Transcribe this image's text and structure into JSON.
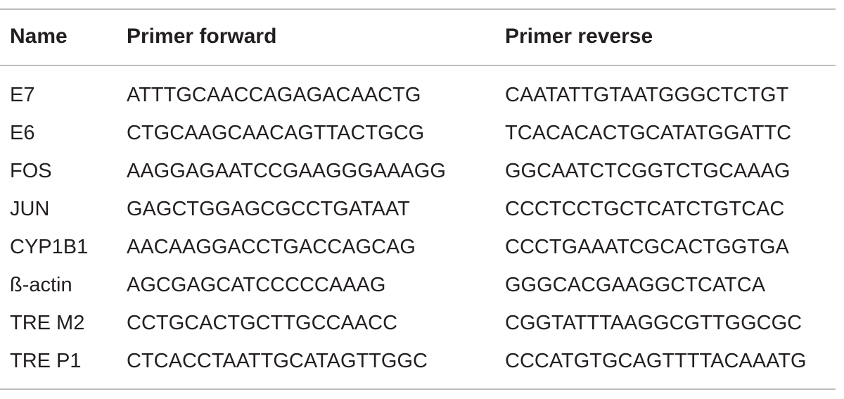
{
  "table": {
    "headers": {
      "name": "Name",
      "forward": "Primer forward",
      "reverse": "Primer reverse"
    },
    "rows": [
      {
        "name": "E7",
        "forward": "ATTTGCAACCAGAGACAACTG",
        "reverse": "CAATATTGTAATGGGCTCTGT"
      },
      {
        "name": "E6",
        "forward": "CTGCAAGCAACAGTTACTGCG",
        "reverse": "TCACACACTGCATATGGATTC"
      },
      {
        "name": "FOS",
        "forward": "AAGGAGAATCCGAAGGGAAAGG",
        "reverse": "GGCAATCTCGGTCTGCAAAG"
      },
      {
        "name": "JUN",
        "forward": "GAGCTGGAGCGCCTGATAAT",
        "reverse": "CCCTCCTGCTCATCTGTCAC"
      },
      {
        "name": "CYP1B1",
        "forward": "AACAAGGACCTGACCAGCAG",
        "reverse": "CCCTGAAATCGCACTGGTGA"
      },
      {
        "name": "ß-actin",
        "forward": "AGCGAGCATCCCCCAAAG",
        "reverse": "GGGCACGAAGGCTCATCA"
      },
      {
        "name": "TRE M2",
        "forward": "CCTGCACTGCTTGCCAACC",
        "reverse": "CGGTATTTAAGGCGTTGGCGC"
      },
      {
        "name": "TRE P1",
        "forward": "CTCACCTAATTGCATAGTTGGC",
        "reverse": "CCCATGTGCAGTTTTACAAATG"
      }
    ]
  }
}
